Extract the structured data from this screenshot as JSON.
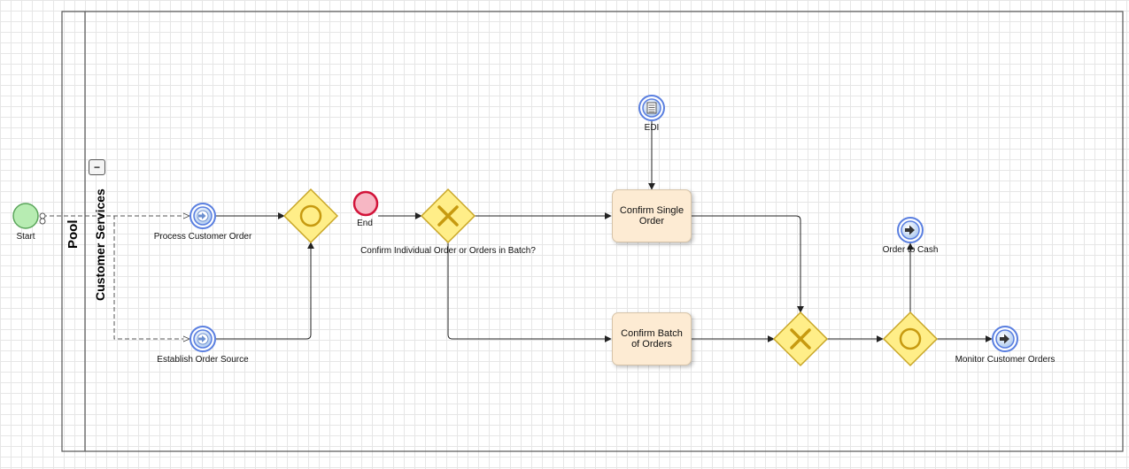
{
  "pool": {
    "label": "Pool"
  },
  "lane": {
    "label": "Customer Services",
    "collapse_symbol": "−"
  },
  "events": {
    "start": "Start",
    "end": "End",
    "edi": "EDI",
    "process_customer_order": "Process Customer Order",
    "establish_order_source": "Establish Order Source",
    "order_to_cash": "Order to Cash",
    "monitor_customer_orders": "Monitor Customer Orders"
  },
  "gateways": {
    "confirm_question": "Confirm Individual Order or Orders in Batch?"
  },
  "tasks": {
    "confirm_single": "Confirm Single\nOrder",
    "confirm_batch": "Confirm Batch\nof Orders"
  },
  "colors": {
    "start_fill": "#b7ecb2",
    "end_fill": "#f7b7c4",
    "event_ring": "#5a7fe0",
    "gateway_fill": "#ffee88",
    "task_fill": "#fdebd3"
  },
  "icons": {
    "intermediate": "arrow-right-icon",
    "edi": "document-icon",
    "inclusive_gateway": "circle-icon",
    "exclusive_gateway": "x-icon"
  }
}
